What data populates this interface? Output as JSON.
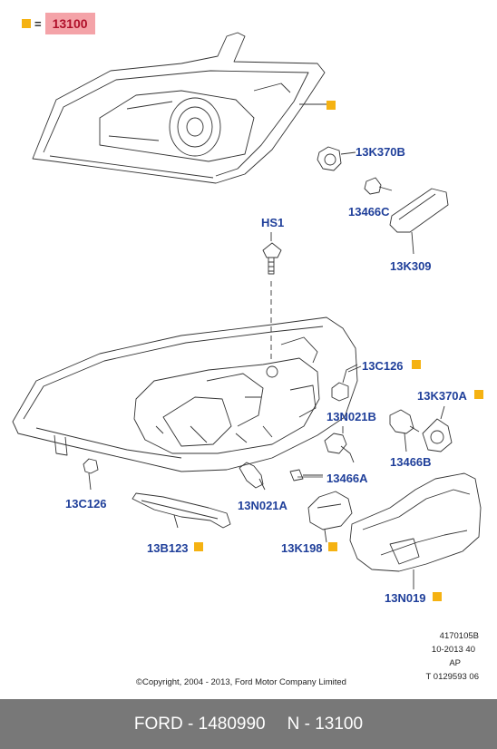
{
  "legend": {
    "equals": "=",
    "code": "13100"
  },
  "labels": {
    "l13K370B": "13K370B",
    "l13466C": "13466C",
    "l13K309": "13K309",
    "lHS1": "HS1",
    "l13C126R": "13C126",
    "l13N021B": "13N021B",
    "l13K370A": "13K370A",
    "l13466B": "13466B",
    "l13466A": "13466A",
    "l13C126L": "13C126",
    "l13N021A": "13N021A",
    "l13B123": "13B123",
    "l13K198": "13K198",
    "l13N019": "13N019"
  },
  "drawing_info": {
    "number": "4170105B",
    "date": "10-2013 40",
    "region": "AP",
    "ref": "T 0129593 06"
  },
  "copyright": "©Copyright, 2004 - 2013, Ford Motor Company Limited",
  "footer": {
    "part": "FORD - 1480990",
    "node": "N - 13100"
  },
  "colors": {
    "label": "#1f3f9a",
    "marker": "#f5b212",
    "legend_box": "#f4a3a8",
    "footer_bg": "#787878"
  }
}
